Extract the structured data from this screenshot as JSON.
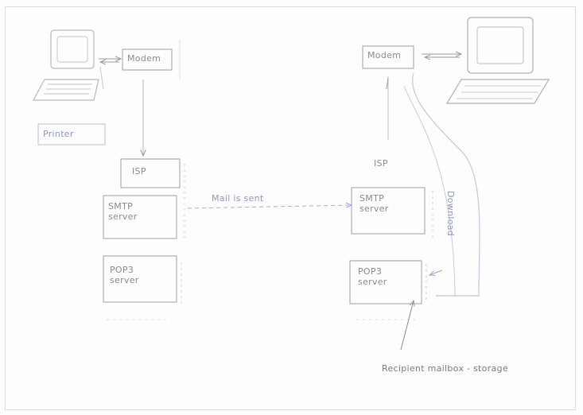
{
  "diagram": {
    "left": {
      "modem_label": "Modem",
      "printer_label": "Printer",
      "isp_label": "ISP",
      "smtp_label": "SMTP\nserver",
      "pop3_label": "POP3\nserver"
    },
    "center": {
      "transfer_label": "Mail is sent"
    },
    "right": {
      "modem_label": "Modem",
      "isp_label": "ISP",
      "smtp_label": "SMTP\nserver",
      "pop3_label": "POP3\nserver",
      "download_label": "Download",
      "mailbox_label": "Recipient mailbox - storage"
    }
  }
}
